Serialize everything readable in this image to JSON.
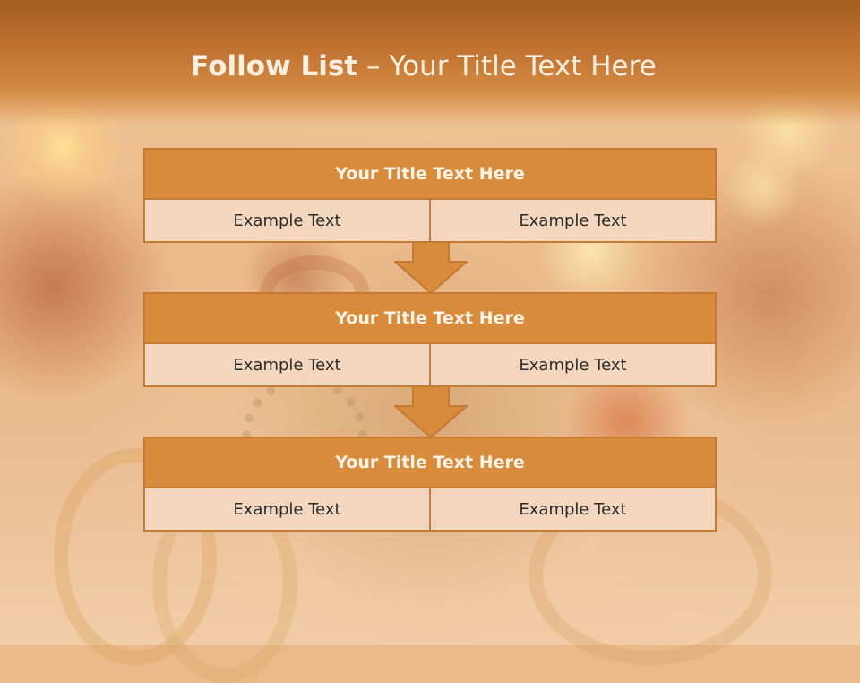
{
  "header": {
    "title_bold": "Follow List",
    "title_rest": " – Your Title Text Here"
  },
  "steps": [
    {
      "title": "Your Title Text Here",
      "left": "Example Text",
      "right": "Example Text"
    },
    {
      "title": "Your Title Text Here",
      "left": "Example Text",
      "right": "Example Text"
    },
    {
      "title": "Your Title Text Here",
      "left": "Example Text",
      "right": "Example Text"
    }
  ],
  "colors": {
    "header_bar": "#c07130",
    "card_header": "#d98b3c",
    "card_border": "#c47a32",
    "cell_fill": "#f3d7c0",
    "arrow_fill": "#d98b3c"
  }
}
